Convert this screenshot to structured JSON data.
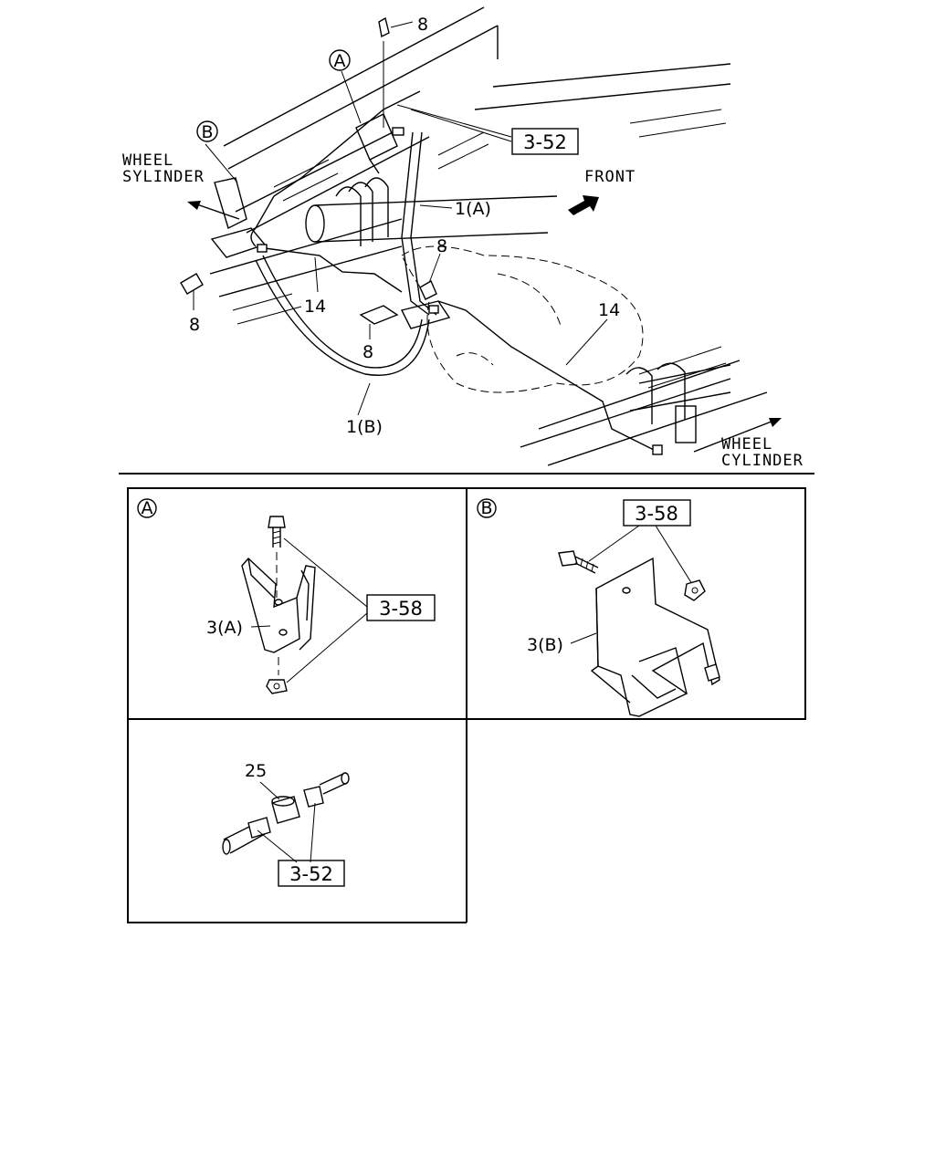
{
  "main_view": {
    "wheel_cylinder_left_line1": "WHEEL",
    "wheel_cylinder_left_line2": "SYLINDER",
    "wheel_cylinder_right_line1": "WHEEL",
    "wheel_cylinder_right_line2": "CYLINDER",
    "front_label": "FRONT",
    "callout_a": "A",
    "callout_b": "B",
    "ref_box_top": "3-52",
    "label_8_top": "8",
    "label_8_right": "8",
    "label_8_left": "8",
    "label_8_center": "8",
    "label_1a": "1(A)",
    "label_1b": "1(B)",
    "label_14_left": "14",
    "label_14_right": "14"
  },
  "detail_a": {
    "badge": "A",
    "part_label": "3(A)",
    "ref_box": "3-58"
  },
  "detail_b": {
    "badge": "B",
    "part_label": "3(B)",
    "ref_box": "3-58"
  },
  "detail_c": {
    "part_label": "25",
    "ref_box": "3-52"
  }
}
